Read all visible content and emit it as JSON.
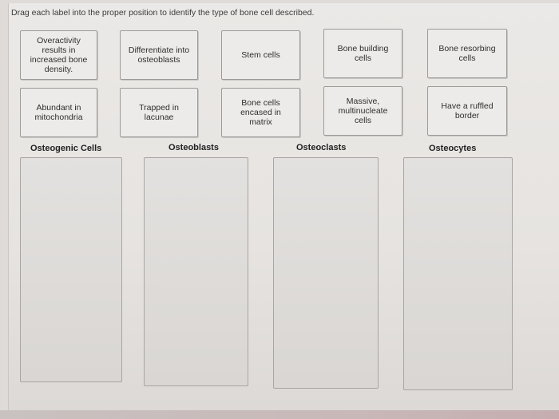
{
  "instructions": "Drag each label into the proper position to identify the type of bone cell described.",
  "labels": [
    "Overactivity\nresults in\nincreased bone\ndensity.",
    "Differentiate into\nosteoblasts",
    "Stem cells",
    "Bone building\ncells",
    "Bone resorbing\ncells",
    "Abundant in\nmitochondria",
    "Trapped in\nlacunae",
    "Bone cells\nencased in\nmatrix",
    "Massive,\nmultinucleate\ncells",
    "Have a ruffled\nborder"
  ],
  "zones": [
    {
      "title": "Osteogenic Cells"
    },
    {
      "title": "Osteoblasts"
    },
    {
      "title": "Osteoclasts"
    },
    {
      "title": "Osteocytes"
    }
  ]
}
